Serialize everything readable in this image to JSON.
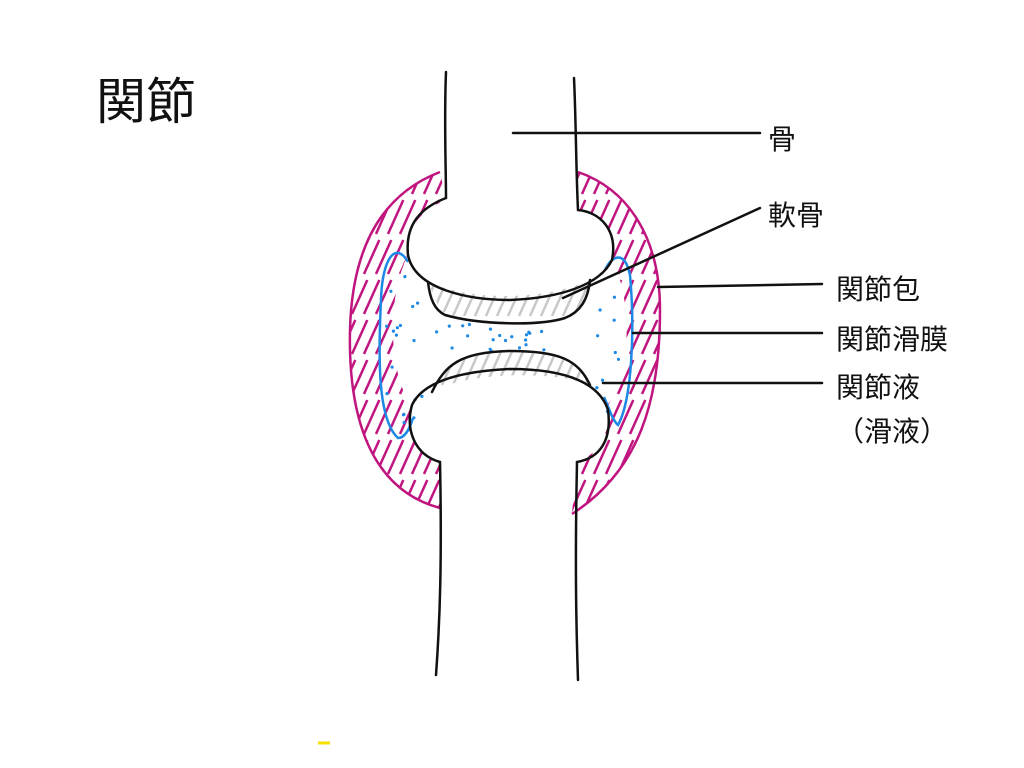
{
  "title": "関節",
  "labels": {
    "bone": "骨",
    "cartilage": "軟骨",
    "capsule": "関節包",
    "synovium": "関節滑膜",
    "fluid": "関節液",
    "fluid_alt": "（滑液）"
  },
  "colors": {
    "capsule": "#c0157f",
    "synovium": "#1e88e5",
    "fluid_dots": "#1e88e5",
    "cartilage_hatch": "#c8c8c8",
    "outline": "#111111",
    "marker": "#f5e000"
  }
}
